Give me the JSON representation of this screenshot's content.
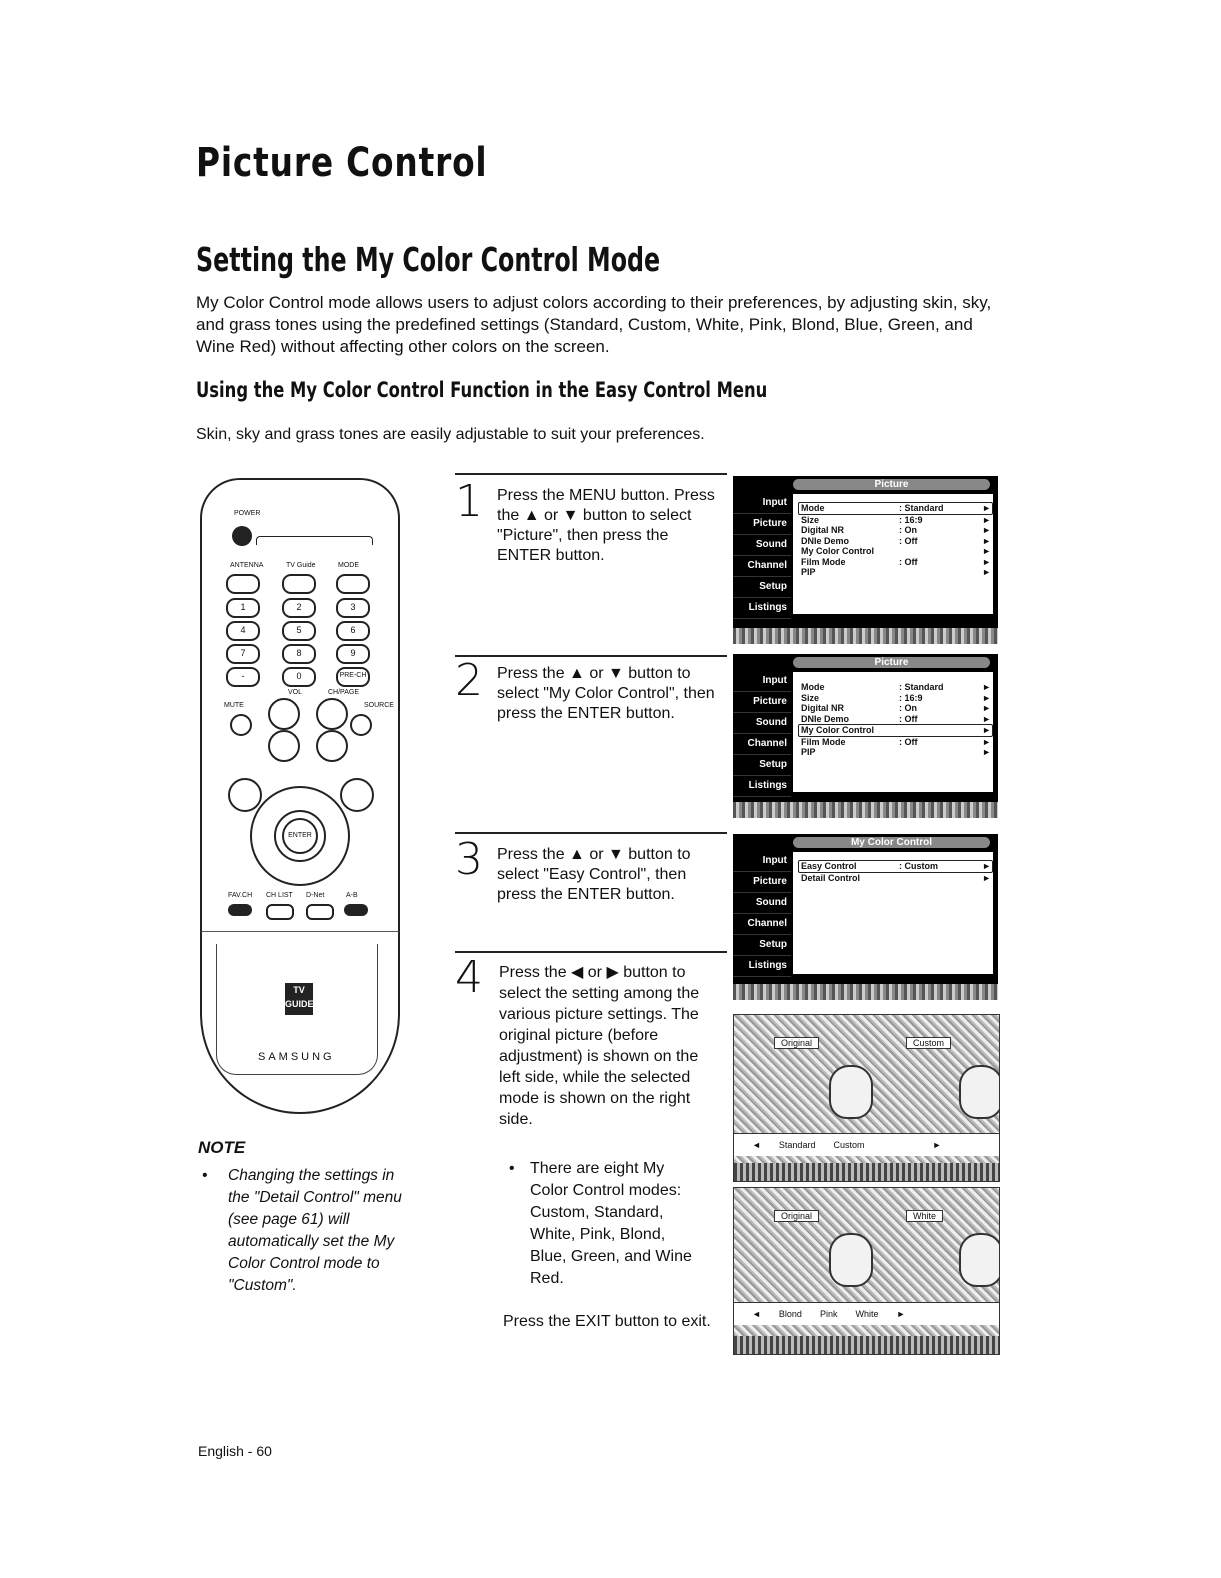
{
  "page_title": "Picture Control",
  "section_title": "Setting the My Color Control Mode",
  "intro": "My Color Control mode allows users to adjust colors according to their preferences, by adjusting skin, sky, and grass tones using the predefined settings (Standard, Custom, White, Pink, Blond, Blue, Green, and Wine Red) without affecting other colors on the screen.",
  "subsection_title": "Using the My Color Control Function in the Easy Control Menu",
  "subsection_text": "Skin, sky and grass tones are easily adjustable to suit your preferences.",
  "remote": {
    "power": "POWER",
    "brand": "SAMSUNG",
    "tv_guide": "TV GUIDE",
    "keys": [
      "1",
      "2",
      "3",
      "4",
      "5",
      "6",
      "7",
      "8",
      "9",
      "-",
      "0",
      "PRE-CH"
    ],
    "labels": {
      "antenna": "ANTENNA",
      "tvguide": "TV Guide",
      "mode": "MODE",
      "vol": "VOL",
      "chpage": "CH/PAGE",
      "mute": "MUTE",
      "source": "SOURCE",
      "fav": "FAV.CH",
      "chlist": "CH LIST",
      "dnet": "D-Net",
      "ab": "A-B",
      "enter": "ENTER"
    }
  },
  "note": {
    "title": "NOTE",
    "bullet": "•",
    "text": "Changing the settings in the \"Detail Control\" menu (see page 61) will automatically set the My Color Control mode to \"Custom\"."
  },
  "steps": [
    {
      "num": "1",
      "text": "Press the MENU button. Press the ▲ or ▼ button to select \"Picture\", then press the ENTER button."
    },
    {
      "num": "2",
      "text": "Press the ▲ or ▼ button to select \"My Color Control\", then press the ENTER button."
    },
    {
      "num": "3",
      "text": "Press the ▲ or ▼ button to select \"Easy Control\", then press the ENTER button."
    },
    {
      "num": "4",
      "text": "Press the ◀ or ▶ button to select the setting among the various picture settings. The original picture (before adjustment) is shown on the left side, while the selected mode is shown on the right side."
    }
  ],
  "tv_side": [
    "Input",
    "Picture",
    "Sound",
    "Channel",
    "Setup",
    "Listings"
  ],
  "screens": [
    {
      "title": "Picture",
      "rows": [
        [
          "Mode",
          ": Standard",
          "►"
        ],
        [
          "Size",
          ": 16:9",
          "►"
        ],
        [
          "Digital NR",
          ": On",
          "►"
        ],
        [
          "DNIe Demo",
          ": Off",
          "►"
        ],
        [
          "My Color Control",
          "",
          "►"
        ],
        [
          "Film Mode",
          ": Off",
          "►"
        ],
        [
          "PIP",
          "",
          "►"
        ]
      ]
    },
    {
      "title": "Picture",
      "rows": [
        [
          "Mode",
          ": Standard",
          "►"
        ],
        [
          "Size",
          ": 16:9",
          "►"
        ],
        [
          "Digital NR",
          ": On",
          "►"
        ],
        [
          "DNIe Demo",
          ": Off",
          "►"
        ],
        [
          "My Color Control",
          "",
          "►"
        ],
        [
          "Film Mode",
          ": Off",
          "►"
        ],
        [
          "PIP",
          "",
          "►"
        ]
      ]
    },
    {
      "title": "My Color Control",
      "rows": [
        [
          "Easy Control",
          ": Custom",
          "►"
        ],
        [
          "Detail Control",
          "",
          "►"
        ]
      ]
    }
  ],
  "pics": [
    {
      "left": "Original",
      "right": "Custom",
      "bar": [
        "◄",
        "Standard",
        "Custom",
        "►"
      ]
    },
    {
      "left": "Original",
      "right": "White",
      "bar": [
        "◄",
        "Blond",
        "Pink",
        "White",
        "►"
      ]
    }
  ],
  "bullet": {
    "mark": "•",
    "text": "There are eight My Color Control modes: Custom, Standard, White, Pink, Blond, Blue, Green, and Wine Red."
  },
  "exit_text": "Press the EXIT button to exit.",
  "footer": "English - 60"
}
